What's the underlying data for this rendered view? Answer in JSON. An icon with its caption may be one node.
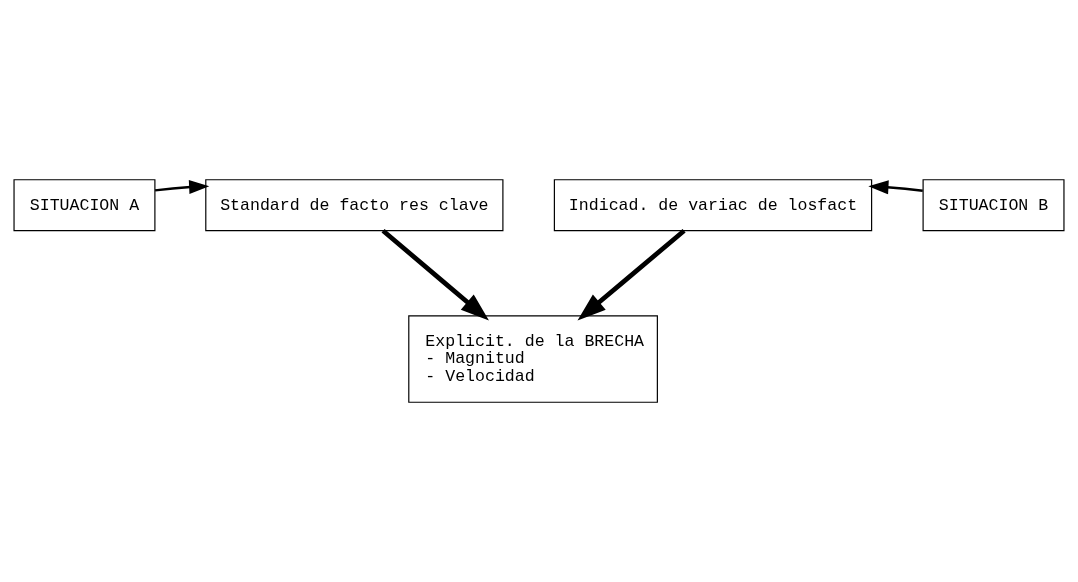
{
  "diagram": {
    "nodes": [
      {
        "text": [
          "SITUACION A"
        ]
      },
      {
        "text": [
          "Standard de facto res clave"
        ]
      },
      {
        "text": [
          "Indicad. de variac de losfact"
        ]
      },
      {
        "text": [
          "SITUACION B"
        ]
      },
      {
        "text": [
          "Explicit. de la BRECHA",
          "- Magnitud",
          "- Velocidad"
        ]
      }
    ],
    "edges": [
      {
        "from": 0,
        "to": 1,
        "arrow": "to"
      },
      {
        "from": 3,
        "to": 2,
        "arrow": "to"
      },
      {
        "from": 1,
        "to": 4,
        "arrow": "to",
        "style": "thick"
      },
      {
        "from": 2,
        "to": 4,
        "arrow": "to",
        "style": "thick"
      }
    ]
  }
}
